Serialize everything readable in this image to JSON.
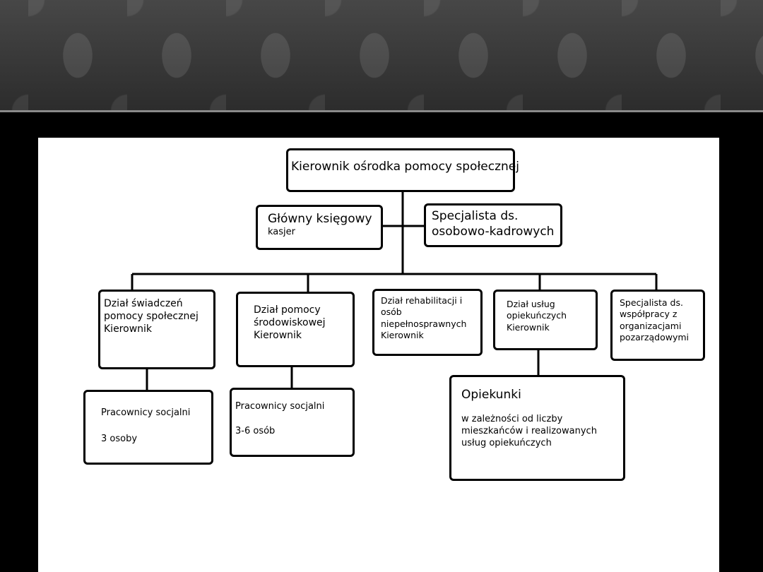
{
  "diagram": {
    "head": {
      "label": "Kierownik ośrodka pomocy społecznej"
    },
    "staff_left": {
      "title": "Główny księgowy",
      "subtitle": "kasjer"
    },
    "staff_right": {
      "title_line1": "Specjalista ds.",
      "title_line2": "osobowo-kadrowych"
    },
    "departments": [
      {
        "lines": [
          "Dział świadczeń",
          "pomocy społecznej",
          "Kierownik"
        ]
      },
      {
        "lines": [
          "Dział pomocy",
          "środowiskowej",
          "Kierownik"
        ]
      },
      {
        "lines": [
          "Dział rehabilitacji i",
          "osób",
          "niepełnosprawnych",
          "Kierownik"
        ]
      },
      {
        "lines": [
          "Dział usług",
          "opiekuńczych",
          "Kierownik"
        ]
      },
      {
        "lines": [
          "Specjalista ds.",
          "współpracy z",
          "organizacjami",
          "pozarządowymi"
        ]
      }
    ],
    "sub_units": [
      {
        "title": "Pracownicy socjalni",
        "count": "3 osoby"
      },
      {
        "title": "Pracownicy socjalni",
        "count": "3-6 osób"
      },
      {
        "title": "Opiekunki",
        "desc_lines": [
          "w zależności od liczby",
          "mieszkańców i realizowanych",
          "usług opiekuńczych"
        ]
      }
    ]
  }
}
